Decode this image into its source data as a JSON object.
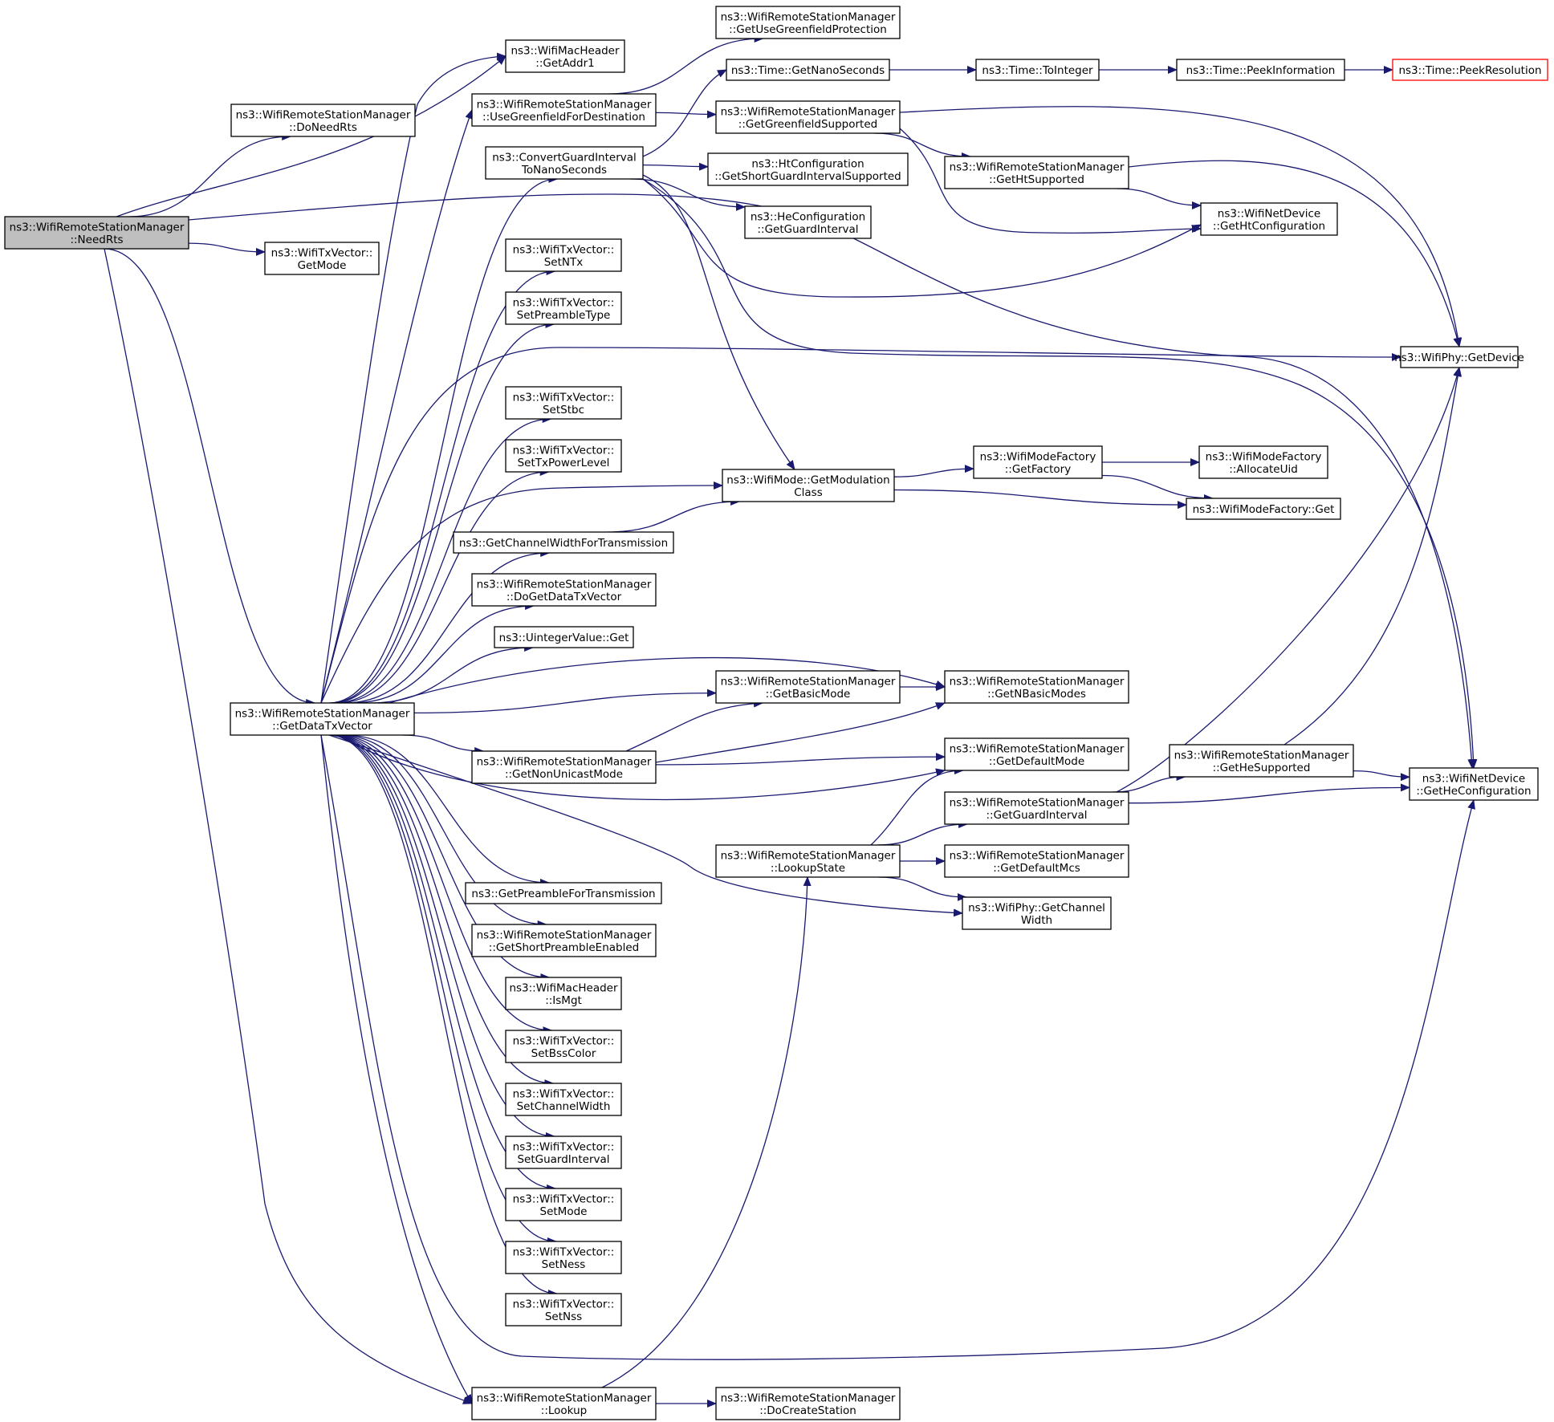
{
  "diagram": {
    "nodes": [
      {
        "id": "NeedRts",
        "lines": [
          "ns3::WifiRemoteStationManager",
          "::NeedRts"
        ],
        "style": "focus"
      },
      {
        "id": "DoNeedRts",
        "lines": [
          "ns3::WifiRemoteStationManager",
          "::DoNeedRts"
        ]
      },
      {
        "id": "GetMode",
        "lines": [
          "ns3::WifiTxVector::",
          "GetMode"
        ]
      },
      {
        "id": "GetDataTxVector",
        "lines": [
          "ns3::WifiRemoteStationManager",
          "::GetDataTxVector"
        ]
      },
      {
        "id": "GetAddr1",
        "lines": [
          "ns3::WifiMacHeader",
          "::GetAddr1"
        ]
      },
      {
        "id": "UseGreenfield",
        "lines": [
          "ns3::WifiRemoteStationManager",
          "::UseGreenfieldForDestination"
        ]
      },
      {
        "id": "ConvertGI",
        "lines": [
          "ns3::ConvertGuardInterval",
          "ToNanoSeconds"
        ]
      },
      {
        "id": "SetNTx",
        "lines": [
          "ns3::WifiTxVector::",
          "SetNTx"
        ]
      },
      {
        "id": "SetPreambleType",
        "lines": [
          "ns3::WifiTxVector::",
          "SetPreambleType"
        ]
      },
      {
        "id": "SetStbc",
        "lines": [
          "ns3::WifiTxVector::",
          "SetStbc"
        ]
      },
      {
        "id": "SetTxPowerLevel",
        "lines": [
          "ns3::WifiTxVector::",
          "SetTxPowerLevel"
        ]
      },
      {
        "id": "GetChannelWidthForTx",
        "lines": [
          "ns3::GetChannelWidthForTransmission"
        ]
      },
      {
        "id": "DoGetDataTxVector",
        "lines": [
          "ns3::WifiRemoteStationManager",
          "::DoGetDataTxVector"
        ]
      },
      {
        "id": "UintegerGet",
        "lines": [
          "ns3::UintegerValue::Get"
        ]
      },
      {
        "id": "GetNonUnicastMode",
        "lines": [
          "ns3::WifiRemoteStationManager",
          "::GetNonUnicastMode"
        ]
      },
      {
        "id": "GetPreambleForTx",
        "lines": [
          "ns3::GetPreambleForTransmission"
        ]
      },
      {
        "id": "GetShortPreambleEnabled",
        "lines": [
          "ns3::WifiRemoteStationManager",
          "::GetShortPreambleEnabled"
        ]
      },
      {
        "id": "IsMgt",
        "lines": [
          "ns3::WifiMacHeader",
          "::IsMgt"
        ]
      },
      {
        "id": "SetBssColor",
        "lines": [
          "ns3::WifiTxVector::",
          "SetBssColor"
        ]
      },
      {
        "id": "SetChannelWidth",
        "lines": [
          "ns3::WifiTxVector::",
          "SetChannelWidth"
        ]
      },
      {
        "id": "SetGuardInterval",
        "lines": [
          "ns3::WifiTxVector::",
          "SetGuardInterval"
        ]
      },
      {
        "id": "SetMode",
        "lines": [
          "ns3::WifiTxVector::",
          "SetMode"
        ]
      },
      {
        "id": "SetNess",
        "lines": [
          "ns3::WifiTxVector::",
          "SetNess"
        ]
      },
      {
        "id": "SetNss",
        "lines": [
          "ns3::WifiTxVector::",
          "SetNss"
        ]
      },
      {
        "id": "Lookup",
        "lines": [
          "ns3::WifiRemoteStationManager",
          "::Lookup"
        ]
      },
      {
        "id": "GetUseGreenfieldProtection",
        "lines": [
          "ns3::WifiRemoteStationManager",
          "::GetUseGreenfieldProtection"
        ]
      },
      {
        "id": "GetNanoSeconds",
        "lines": [
          "ns3::Time::GetNanoSeconds"
        ]
      },
      {
        "id": "GetGreenfieldSupported",
        "lines": [
          "ns3::WifiRemoteStationManager",
          "::GetGreenfieldSupported"
        ]
      },
      {
        "id": "HtGetShortGI",
        "lines": [
          "ns3::HtConfiguration",
          "::GetShortGuardIntervalSupported"
        ]
      },
      {
        "id": "HeGetGI",
        "lines": [
          "ns3::HeConfiguration",
          "::GetGuardInterval"
        ]
      },
      {
        "id": "GetModulationClass",
        "lines": [
          "ns3::WifiMode::GetModulation",
          "Class"
        ]
      },
      {
        "id": "GetBasicMode",
        "lines": [
          "ns3::WifiRemoteStationManager",
          "::GetBasicMode"
        ]
      },
      {
        "id": "LookupState",
        "lines": [
          "ns3::WifiRemoteStationManager",
          "::LookupState"
        ]
      },
      {
        "id": "DoCreateStation",
        "lines": [
          "ns3::WifiRemoteStationManager",
          "::DoCreateStation"
        ]
      },
      {
        "id": "ToInteger",
        "lines": [
          "ns3::Time::ToInteger"
        ]
      },
      {
        "id": "GetHtSupported",
        "lines": [
          "ns3::WifiRemoteStationManager",
          "::GetHtSupported"
        ]
      },
      {
        "id": "ModeFactoryGetFactory",
        "lines": [
          "ns3::WifiModeFactory",
          "::GetFactory"
        ]
      },
      {
        "id": "GetNBasicModes",
        "lines": [
          "ns3::WifiRemoteStationManager",
          "::GetNBasicModes"
        ]
      },
      {
        "id": "GetDefaultMode",
        "lines": [
          "ns3::WifiRemoteStationManager",
          "::GetDefaultMode"
        ]
      },
      {
        "id": "GetGuardInterval",
        "lines": [
          "ns3::WifiRemoteStationManager",
          "::GetGuardInterval"
        ]
      },
      {
        "id": "GetDefaultMcs",
        "lines": [
          "ns3::WifiRemoteStationManager",
          "::GetDefaultMcs"
        ]
      },
      {
        "id": "PhyGetChannelWidth",
        "lines": [
          "ns3::WifiPhy::GetChannel",
          "Width"
        ]
      },
      {
        "id": "PeekInformation",
        "lines": [
          "ns3::Time::PeekInformation"
        ]
      },
      {
        "id": "GetHtConfiguration",
        "lines": [
          "ns3::WifiNetDevice",
          "::GetHtConfiguration"
        ]
      },
      {
        "id": "AllocateUid",
        "lines": [
          "ns3::WifiModeFactory",
          "::AllocateUid"
        ]
      },
      {
        "id": "ModeFactoryGet",
        "lines": [
          "ns3::WifiModeFactory::Get"
        ]
      },
      {
        "id": "GetHeSupported",
        "lines": [
          "ns3::WifiRemoteStationManager",
          "::GetHeSupported"
        ]
      },
      {
        "id": "PeekResolution",
        "lines": [
          "ns3::Time::PeekResolution"
        ],
        "style": "missing"
      },
      {
        "id": "PhyGetDevice",
        "lines": [
          "ns3::WifiPhy::GetDevice"
        ]
      },
      {
        "id": "GetHeConfiguration",
        "lines": [
          "ns3::WifiNetDevice",
          "::GetHeConfiguration"
        ]
      }
    ],
    "edges": [
      [
        "NeedRts",
        "DoNeedRts"
      ],
      [
        "NeedRts",
        "GetAddr1"
      ],
      [
        "NeedRts",
        "GetMode"
      ],
      [
        "NeedRts",
        "GetDataTxVector"
      ],
      [
        "NeedRts",
        "Lookup"
      ],
      [
        "NeedRts",
        "GetHeConfiguration"
      ],
      [
        "GetDataTxVector",
        "GetAddr1"
      ],
      [
        "GetDataTxVector",
        "UseGreenfield"
      ],
      [
        "GetDataTxVector",
        "ConvertGI"
      ],
      [
        "GetDataTxVector",
        "SetNTx"
      ],
      [
        "GetDataTxVector",
        "SetPreambleType"
      ],
      [
        "GetDataTxVector",
        "PhyGetDevice"
      ],
      [
        "GetDataTxVector",
        "SetStbc"
      ],
      [
        "GetDataTxVector",
        "SetTxPowerLevel"
      ],
      [
        "GetDataTxVector",
        "GetModulationClass"
      ],
      [
        "GetDataTxVector",
        "GetChannelWidthForTx"
      ],
      [
        "GetDataTxVector",
        "DoGetDataTxVector"
      ],
      [
        "GetDataTxVector",
        "UintegerGet"
      ],
      [
        "GetDataTxVector",
        "GetNBasicModes"
      ],
      [
        "GetDataTxVector",
        "GetBasicMode"
      ],
      [
        "GetDataTxVector",
        "GetNonUnicastMode"
      ],
      [
        "GetDataTxVector",
        "GetDefaultMode"
      ],
      [
        "GetDataTxVector",
        "PhyGetChannelWidth"
      ],
      [
        "GetDataTxVector",
        "GetPreambleForTx"
      ],
      [
        "GetDataTxVector",
        "GetShortPreambleEnabled"
      ],
      [
        "GetDataTxVector",
        "IsMgt"
      ],
      [
        "GetDataTxVector",
        "SetBssColor"
      ],
      [
        "GetDataTxVector",
        "SetChannelWidth"
      ],
      [
        "GetDataTxVector",
        "SetGuardInterval"
      ],
      [
        "GetDataTxVector",
        "SetMode"
      ],
      [
        "GetDataTxVector",
        "SetNess"
      ],
      [
        "GetDataTxVector",
        "SetNss"
      ],
      [
        "GetDataTxVector",
        "GetHeConfiguration"
      ],
      [
        "GetDataTxVector",
        "Lookup"
      ],
      [
        "UseGreenfield",
        "GetUseGreenfieldProtection"
      ],
      [
        "UseGreenfield",
        "GetGreenfieldSupported"
      ],
      [
        "ConvertGI",
        "GetNanoSeconds"
      ],
      [
        "ConvertGI",
        "HtGetShortGI"
      ],
      [
        "ConvertGI",
        "HeGetGI"
      ],
      [
        "ConvertGI",
        "GetModulationClass"
      ],
      [
        "ConvertGI",
        "GetHtConfiguration"
      ],
      [
        "ConvertGI",
        "GetHeConfiguration"
      ],
      [
        "GetNanoSeconds",
        "ToInteger"
      ],
      [
        "ToInteger",
        "PeekInformation"
      ],
      [
        "PeekInformation",
        "PeekResolution"
      ],
      [
        "GetGreenfieldSupported",
        "PhyGetDevice"
      ],
      [
        "GetGreenfieldSupported",
        "GetHtSupported"
      ],
      [
        "GetGreenfieldSupported",
        "GetHtConfiguration"
      ],
      [
        "GetHtSupported",
        "PhyGetDevice"
      ],
      [
        "GetHtSupported",
        "GetHtConfiguration"
      ],
      [
        "GetChannelWidthForTx",
        "GetModulationClass"
      ],
      [
        "GetModulationClass",
        "ModeFactoryGetFactory"
      ],
      [
        "GetModulationClass",
        "ModeFactoryGet"
      ],
      [
        "ModeFactoryGetFactory",
        "AllocateUid"
      ],
      [
        "ModeFactoryGetFactory",
        "ModeFactoryGet"
      ],
      [
        "GetBasicMode",
        "GetNBasicModes"
      ],
      [
        "GetNonUnicastMode",
        "GetBasicMode"
      ],
      [
        "GetNonUnicastMode",
        "GetNBasicModes"
      ],
      [
        "GetNonUnicastMode",
        "GetDefaultMode"
      ],
      [
        "LookupState",
        "GetDefaultMode"
      ],
      [
        "LookupState",
        "GetGuardInterval"
      ],
      [
        "LookupState",
        "GetDefaultMcs"
      ],
      [
        "LookupState",
        "PhyGetChannelWidth"
      ],
      [
        "GetGuardInterval",
        "PhyGetDevice"
      ],
      [
        "GetGuardInterval",
        "GetHeSupported"
      ],
      [
        "GetGuardInterval",
        "GetHeConfiguration"
      ],
      [
        "GetHeSupported",
        "PhyGetDevice"
      ],
      [
        "GetHeSupported",
        "GetHeConfiguration"
      ],
      [
        "Lookup",
        "LookupState"
      ],
      [
        "Lookup",
        "DoCreateStation"
      ]
    ],
    "colors": {
      "edge": "#191970",
      "border": "#000000",
      "focus_fill": "#bfbfbf",
      "missing_border": "#ff0000",
      "fill": "#ffffff"
    }
  }
}
